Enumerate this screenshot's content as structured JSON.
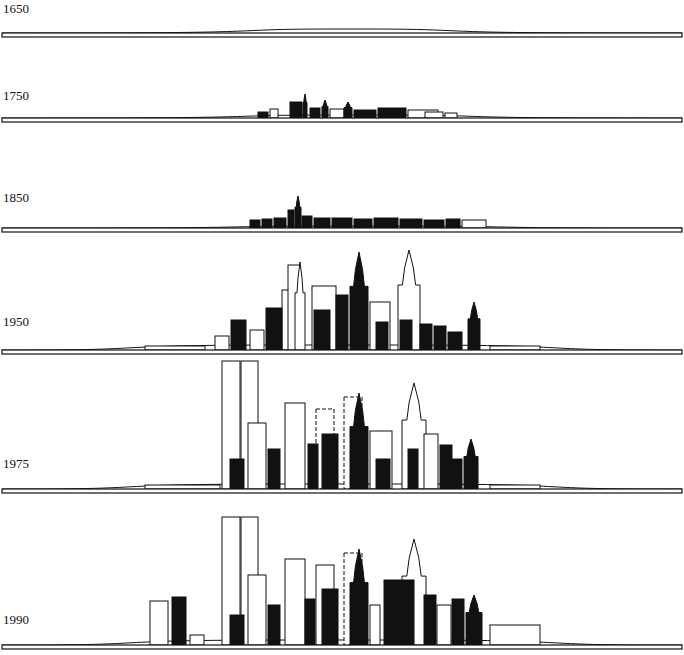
{
  "diagram": {
    "labels": [
      "1650",
      "1750",
      "1850",
      "1950",
      "1975",
      "1990"
    ]
  }
}
